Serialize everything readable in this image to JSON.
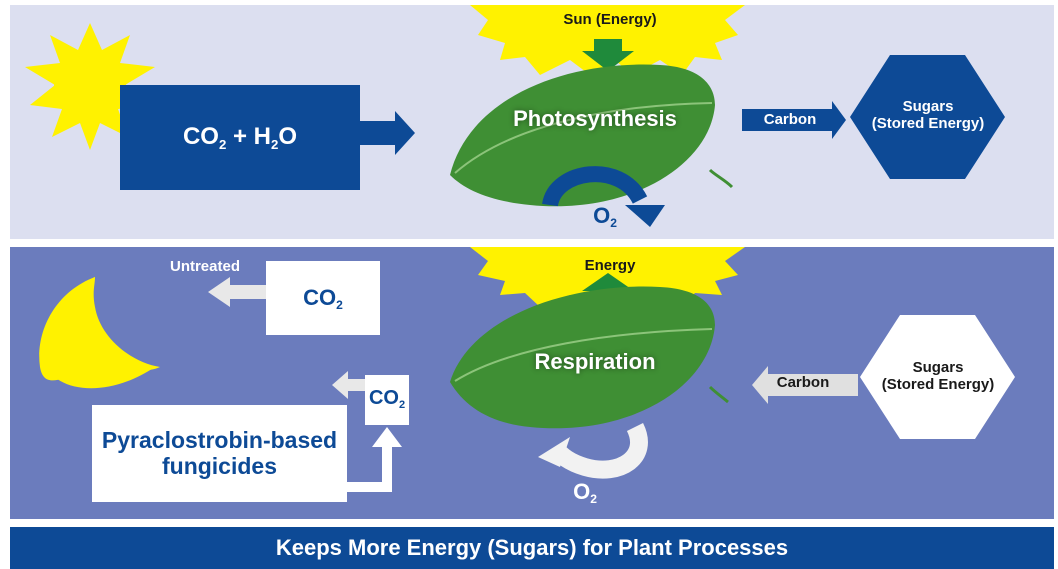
{
  "top": {
    "sun_label": "Sun (Energy)",
    "reactants": {
      "c": "CO",
      "s1": "2",
      "mid": " + H",
      "s2": "2",
      "o": "O"
    },
    "process": "Photosynthesis",
    "carbon_label": "Carbon",
    "sugars_line1": "Sugars",
    "sugars_line2": "(Stored Energy)",
    "o2": {
      "o": "O",
      "s": "2"
    }
  },
  "bottom": {
    "energy_label": "Energy",
    "untreated_label": "Untreated",
    "co2_untreated": {
      "c": "CO",
      "s": "2"
    },
    "co2_treated": {
      "c": "CO",
      "s": "2"
    },
    "fungicide_line1": "Pyraclostrobin-based",
    "fungicide_line2": "fungicides",
    "process": "Respiration",
    "carbon_label": "Carbon",
    "sugars_line1": "Sugars",
    "sugars_line2": "(Stored Energy)",
    "o2": {
      "o": "O",
      "s": "2"
    }
  },
  "footer": {
    "text": "Keeps More Energy (Sugars) for Plant Processes"
  },
  "colors": {
    "navy": "#0d4a96",
    "sun_yellow": "#fff200",
    "leaf_green": "#4a9a3c",
    "top_bg": "#dcdff0",
    "bottom_bg": "#6b7cbd"
  }
}
